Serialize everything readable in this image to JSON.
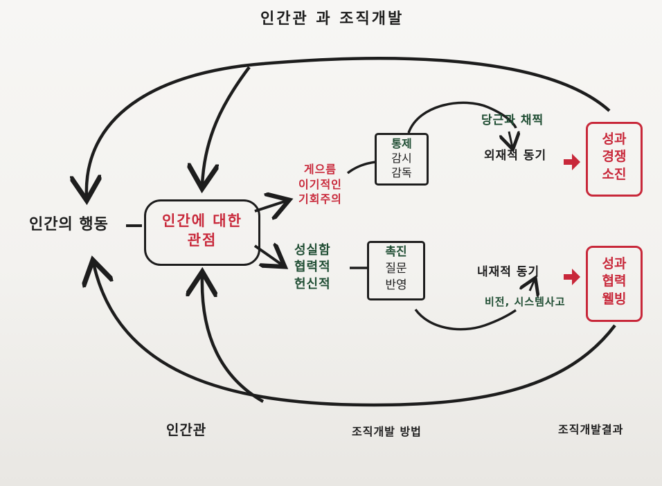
{
  "title": "인간관 과 조직개발",
  "left_node": "인간의 행동",
  "center_node": {
    "line1": "인간에 대한",
    "line2": "관점"
  },
  "upper_traits": [
    "게으름",
    "이기적인",
    "기회주의"
  ],
  "lower_traits": [
    "성실함",
    "협력적",
    "헌신적"
  ],
  "control_box": [
    "통제",
    "감시",
    "감독"
  ],
  "promote_box": [
    "촉진",
    "질문",
    "반영"
  ],
  "upper_motivation": {
    "source": "당근과 채찍",
    "type": "외재적 동기"
  },
  "lower_motivation": {
    "type": "내재적 동기",
    "source": "비전, 시스템사고"
  },
  "upper_result": [
    "성과",
    "경쟁",
    "소진"
  ],
  "lower_result": [
    "성과",
    "협력",
    "웰빙"
  ],
  "footer": {
    "left": "인간관",
    "middle": "조직개발 방법",
    "right": "조직개발결과"
  },
  "colors": {
    "ink": "#1d1d1d",
    "red": "#c8283a",
    "green": "#1f4d33"
  }
}
